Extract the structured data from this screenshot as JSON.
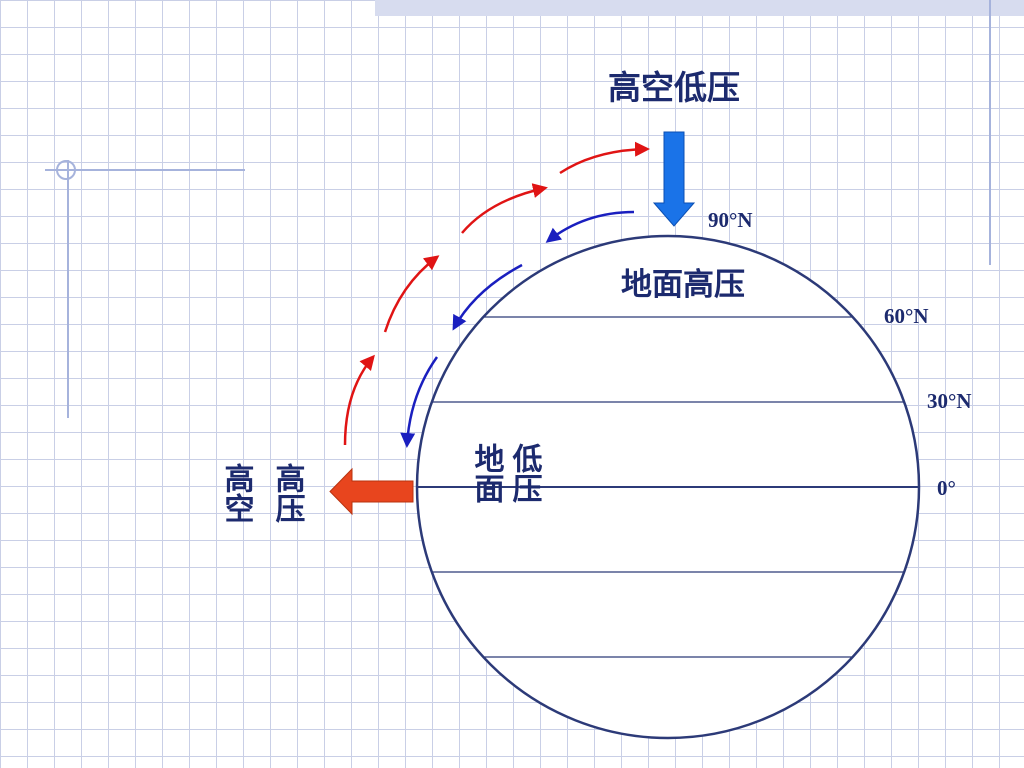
{
  "labels": {
    "top_high_altitude": "高空低压",
    "surface_pole": "地面高压",
    "equator_surface_col1": "低压",
    "equator_surface_col2": "地面",
    "equator_altitude_col1": "高压",
    "equator_altitude_col2": "高空"
  },
  "latitudes": {
    "lat_90": "90°N",
    "lat_60": "60°N",
    "lat_30": "30°N",
    "lat_0": "0°"
  },
  "colors": {
    "circle": "#2c3a78",
    "upper_arrows": "#e01414",
    "lower_arrows": "#1a1fbf",
    "down_arrow": "#1a73e8",
    "left_arrow": "#e8451e",
    "text": "#1c2a6e"
  }
}
